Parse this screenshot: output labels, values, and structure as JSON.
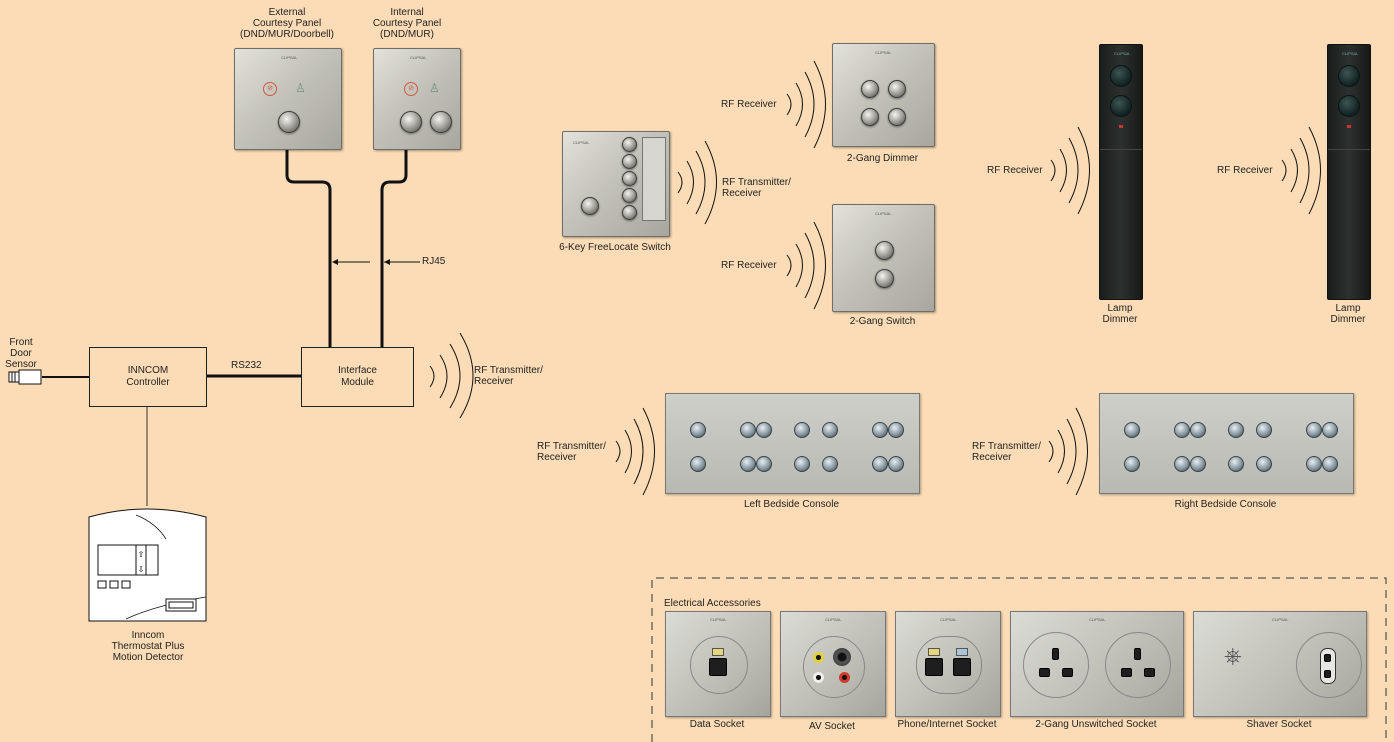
{
  "panels": {
    "external": "External\nCourtesy Panel\n(DND/MUR/Doorbell)",
    "internal": "Internal\nCourtesy Panel\n(DND/MUR)"
  },
  "wiring": {
    "rj45": "RJ45",
    "rs232": "RS232"
  },
  "modules": {
    "controller": "INNCOM\nController",
    "interface": "Interface\nModule",
    "front_door": "Front\nDoor\nSensor",
    "thermostat": "Inncom\nThermostat Plus\nMotion Detector"
  },
  "rf": {
    "transmitter_receiver": "RF Transmitter/\nReceiver",
    "receiver": "RF Receiver"
  },
  "devices": {
    "freelocate": "6-Key FreeLocate Switch",
    "dimmer2": "2-Gang Dimmer",
    "switch2": "2-Gang Switch",
    "lamp_dimmer": "Lamp\nDimmer",
    "left_console": "Left Bedside Console",
    "right_console": "Right Bedside Console"
  },
  "accessories": {
    "title": "Electrical Accessories",
    "items": [
      "Data Socket",
      "AV Socket",
      "Phone/Internet Socket",
      "2-Gang Unswitched Socket",
      "Shaver Socket"
    ]
  },
  "brand": "CLIPSAL"
}
